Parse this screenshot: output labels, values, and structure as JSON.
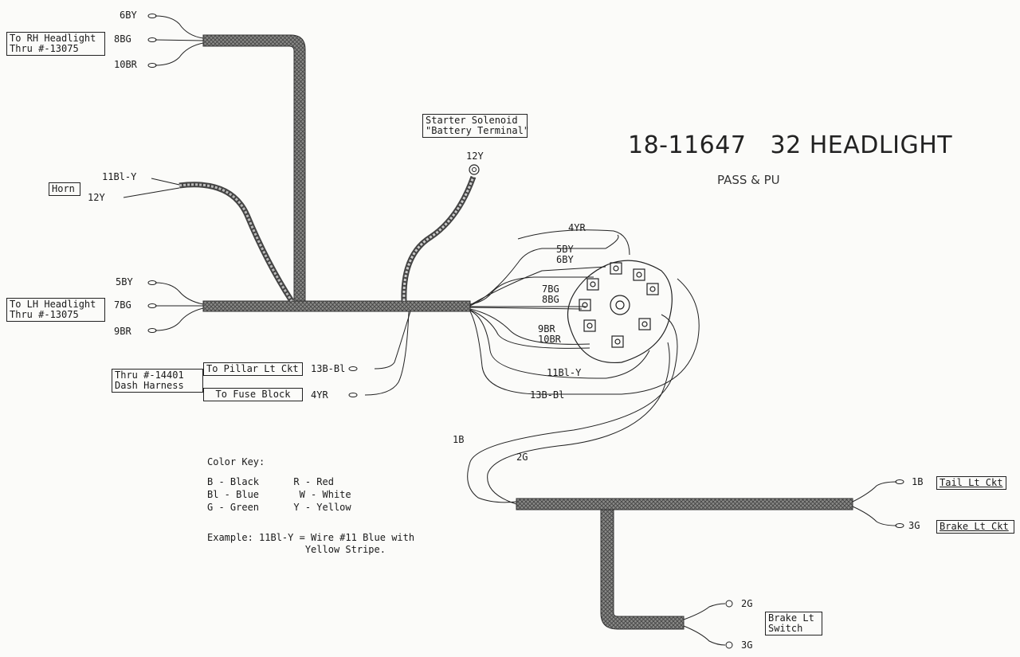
{
  "title": "18-11647   32 HEADLIGHT",
  "subtitle": "PASS & PU",
  "labels": {
    "rh_headlight": "To RH Headlight\nThru #-13075",
    "lh_headlight": "To LH Headlight\nThru #-13075",
    "horn": "Horn",
    "starter": "Starter Solenoid\n\"Battery Terminal\"",
    "pillar": "To Pillar Lt Ckt",
    "fuse": "To Fuse Block",
    "dash": "Thru #-14401\nDash Harness",
    "tail": "Tail Lt Ckt",
    "brake_ckt": "Brake Lt Ckt",
    "brake_switch": "Brake Lt\nSwitch"
  },
  "wires": {
    "w6by": "6BY",
    "w8bg": "8BG",
    "w10br": "10BR",
    "w11bly": "11Bl-Y",
    "w12y_horn": "12Y",
    "w5by": "5BY",
    "w7bg": "7BG",
    "w9br": "9BR",
    "w12y_starter": "12Y",
    "w4yr": "4YR",
    "w5by6by": "5BY\n6BY",
    "w7bg8bg": "7BG\n8BG",
    "w9br10br": "9BR\n10BR",
    "w11bly_sw": "11Bl-Y",
    "w13bbl_sw": "13B-Bl",
    "w13bbl": "13B-Bl",
    "w4yr_fuse": "4YR",
    "w1b": "1B",
    "w2g": "2G",
    "w1b_tail": "1B",
    "w3g_brake": "3G",
    "w2g_sw": "2G",
    "w3g_sw": "3G"
  },
  "color_key": {
    "title": "Color Key:",
    "lines": [
      "B - Black      R - Red",
      "Bl - Blue       W - White",
      "G - Green      Y - Yellow"
    ],
    "example": "Example: 11Bl-Y = Wire #11 Blue with\n                 Yellow Stripe."
  }
}
